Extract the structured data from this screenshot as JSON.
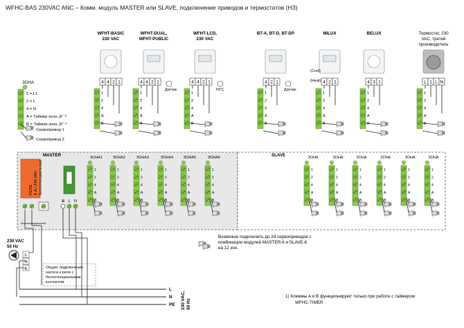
{
  "title": "WFHC-BAS 230VAC ANC – Комм. модуль  MASTER или SLAVE, подключение приводов и термостатов  (НЗ)",
  "colors": {
    "terminal_green": "#8fcb4a",
    "terminal_dark": "#3f7d1e",
    "relay_orange": "#f26b2b",
    "master_fill": "#e8e8e8",
    "wire": "#222222"
  },
  "thermostats": [
    {
      "label_lines": [
        "WFHT-BASIC",
        "230 VAC"
      ],
      "terminals": [
        "4",
        "4",
        "2",
        "1"
      ]
    },
    {
      "label_lines": [
        "WFHT-DUAL,",
        "WFHT-PUBLIC"
      ],
      "terminals": [
        "4",
        "4",
        "2",
        "1"
      ],
      "extra": "Датчик"
    },
    {
      "label_lines": [
        "WFHT-LCD,",
        "230 VAC"
      ],
      "terminals": [
        "4",
        "4",
        "2",
        "1"
      ],
      "extra": "NTC"
    },
    {
      "label_lines": [
        "BT-A, BT-D, BT-DP"
      ],
      "terminals": [
        "4",
        "2",
        "1"
      ],
      "extra": "Датчик"
    },
    {
      "label_lines": [
        "MILUX"
      ],
      "terminals": [
        "4",
        "2",
        "1"
      ],
      "notes": [
        "(Cool)",
        "(Heat)"
      ]
    },
    {
      "label_lines": [
        "BELUX"
      ],
      "terminals": [
        "4",
        "3",
        "1"
      ]
    },
    {
      "label_lines": [
        "Термостат, 230",
        "VAC, третий",
        "производитель"
      ],
      "terminals": [
        "L",
        "1",
        "L",
        "N"
      ]
    }
  ],
  "legend": {
    "zone_label": "ЗОНА",
    "items": [
      "1 = L1",
      "2 = L",
      "4 = N",
      "A = Таймер зона „A“ ¹⁾",
      "B = Таймер зона „B“ ¹⁾",
      "Сервопривод 1",
      "Сервопривод 2"
    ],
    "pins": [
      "1",
      "2",
      "4",
      "A",
      "B"
    ]
  },
  "sensor_label": "Датчик",
  "master": {
    "label": "MASTER",
    "zones": [
      "ЗОНА1",
      "ЗОНА2",
      "ЗОНА3",
      "ЗОНА4",
      "ЗОНА5",
      "ЗОНА6"
    ],
    "relay_lines": [
      "РЕЛЕ",
      "8 A / 230 VAC",
      "беспотенциальные"
    ],
    "terminal_pins": [
      "1",
      "2",
      "4",
      "A",
      "B"
    ],
    "power_terminals": [
      "L",
      "N"
    ],
    "pump_label": "беспотенциальный",
    "pe_label": "PE"
  },
  "slave": {
    "label": "SLAVE",
    "zones": [
      "ЗОНА",
      "ЗОНА",
      "ЗОНА",
      "ZONE",
      "ЗОНА",
      "ЗОНА"
    ]
  },
  "pump": {
    "lines": [
      "230 VAC",
      "50 Hz"
    ],
    "terminals": [
      "L",
      "N"
    ]
  },
  "option_note": [
    "Опция: подключение",
    "насоса к реле с",
    "беспотенциальным",
    "контактом"
  ],
  "supply_lines": [
    "L",
    "N",
    "PE"
  ],
  "supply_label": [
    "230 VAC,",
    "50 Hz"
  ],
  "capacity_note": [
    "Возможно подключить до 24 сервоприводов с",
    "комбинации модулей MASTER-6 и SLAVE-6",
    "на 12 зон."
  ],
  "footnote": [
    "1) Клеммы A и B функционируют только при работе с таймером",
    "WFHC-TIMER ."
  ]
}
